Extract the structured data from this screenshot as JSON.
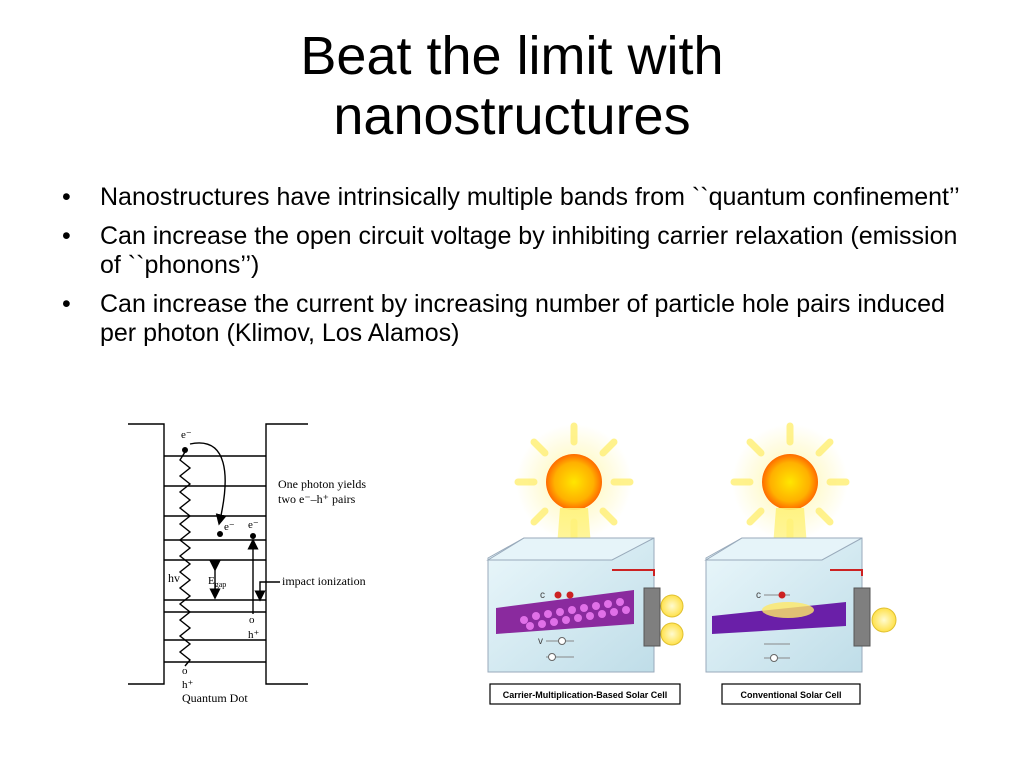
{
  "slide": {
    "title_line1": "Beat the limit with",
    "title_line2": "nanostructures",
    "bullet_symbol": "•",
    "bullets": [
      "Nanostructures have intrinsically multiple bands from ``quantum confinement’’",
      "Can increase the open circuit voltage by inhibiting carrier relaxation (emission of ``phonons’’)",
      "Can increase the current by increasing number of particle hole pairs induced per photon (Klimov, Los Alamos)"
    ]
  },
  "quantum_dot": {
    "electron_top": "e⁻",
    "electron_a": "e⁻",
    "electron_b": "e⁻",
    "yield_line1": "One photon yields",
    "yield_line2": "two e⁻–h⁺ pairs",
    "hv": "hv",
    "egap": "E",
    "egap_sub": "gap",
    "impact": "impact ionization",
    "hole_mid_o": "o",
    "hole_mid": "h⁺",
    "hole_bottom_o": "o",
    "hole_bottom": "h⁺",
    "caption": "Quantum Dot"
  },
  "solar_cells": {
    "left_label": "Carrier-Multiplication-Based Solar Cell",
    "right_label": "Conventional Solar Cell",
    "c_label": "c",
    "v_label": "v",
    "colors": {
      "sun": "#ffcc00",
      "sun_core": "#ff6a00",
      "beam": "#ffee66",
      "cm_layer": "#8a2a9e",
      "conv_layer": "#6a1fa8",
      "glass": "#d8eef5",
      "wire": "#cc2222"
    }
  }
}
